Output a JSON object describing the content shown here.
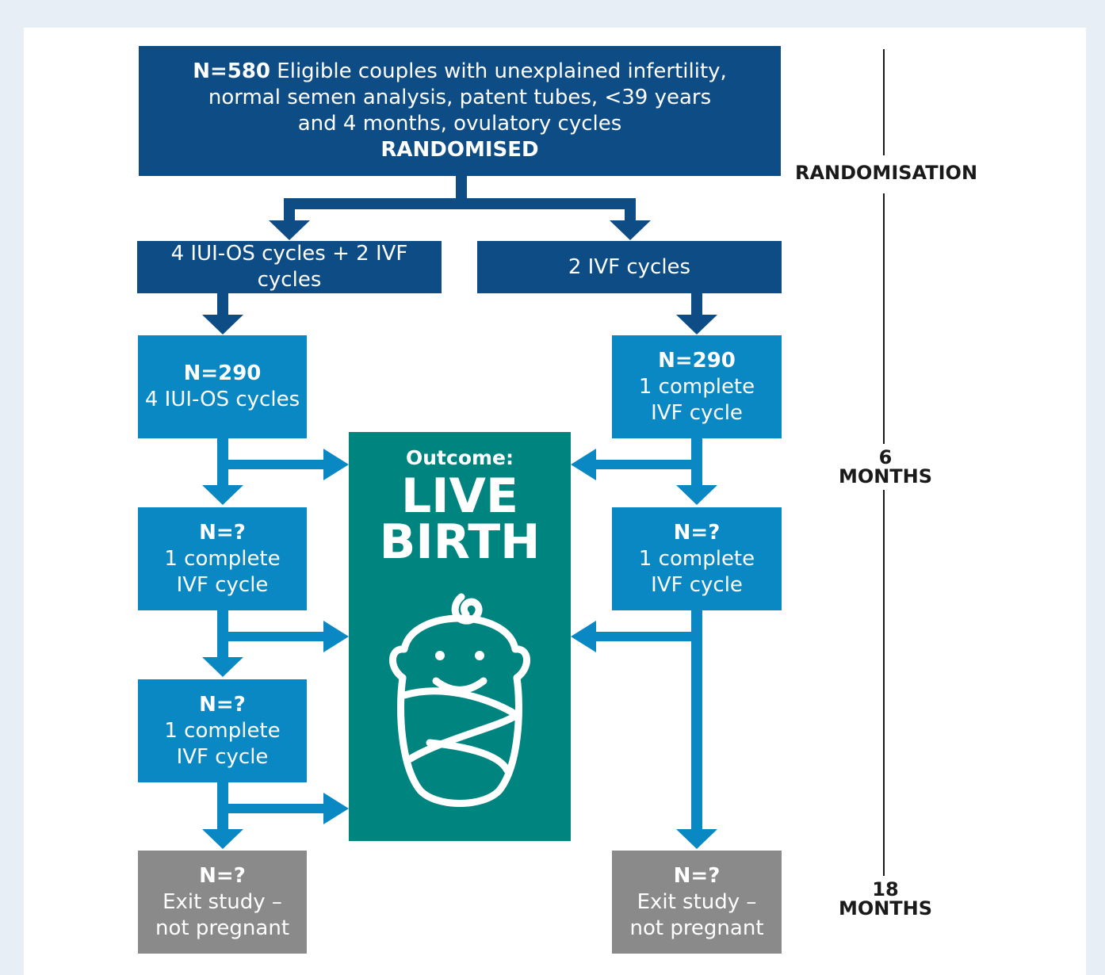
{
  "top_box": {
    "count": "N=580",
    "line1": "Eligible couples with unexplained infertility,",
    "line2": "normal semen analysis, patent tubes, <39 years",
    "line3": "and 4 months, ovulatory cycles",
    "status": "RANDOMISED"
  },
  "arm_left": {
    "label": "4 IUI-OS cycles + 2 IVF cycles"
  },
  "arm_right": {
    "label": "2 IVF cycles"
  },
  "left_boxes": [
    {
      "count": "N=290",
      "line1": "4 IUI-OS cycles",
      "line2": ""
    },
    {
      "count": "N=?",
      "line1": "1 complete",
      "line2": "IVF cycle"
    },
    {
      "count": "N=?",
      "line1": "1 complete",
      "line2": "IVF cycle"
    }
  ],
  "right_boxes": [
    {
      "count": "N=290",
      "line1": "1 complete",
      "line2": "IVF cycle"
    },
    {
      "count": "N=?",
      "line1": "1 complete",
      "line2": "IVF cycle"
    }
  ],
  "exit_left": {
    "count": "N=?",
    "line1": "Exit study –",
    "line2": "not pregnant"
  },
  "exit_right": {
    "count": "N=?",
    "line1": "Exit study –",
    "line2": "not pregnant"
  },
  "outcome": {
    "heading": "Outcome:",
    "line1": "LIVE",
    "line2": "BIRTH",
    "icon": "swaddled-baby-icon"
  },
  "timeline": {
    "randomisation": "RANDOMISATION",
    "six_num": "6",
    "six_unit": "MONTHS",
    "eighteen_num": "18",
    "eighteen_unit": "MONTHS"
  },
  "colors": {
    "navy": "#0e4c85",
    "blue": "#0a88c3",
    "teal": "#00847f",
    "grey": "#8a8a8a"
  }
}
